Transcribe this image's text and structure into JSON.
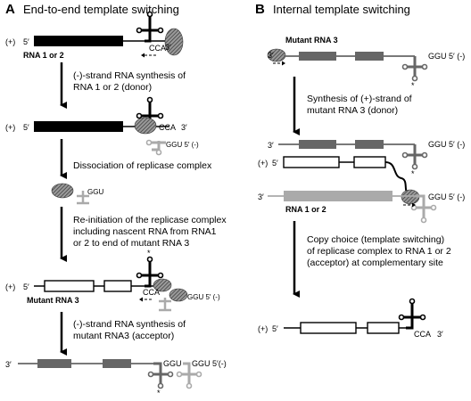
{
  "colors": {
    "black": "#000000",
    "dark_grey": "#666666",
    "light_grey": "#aaaaaa",
    "hatched_ellipse": "#555555"
  },
  "panel_a": {
    "letter": "A",
    "title": "End-to-end template switching",
    "strand_plus": "(+)",
    "five_prime": "5′",
    "three_prime": "3′",
    "cca": "CCA",
    "ggu": "GGU",
    "ggu_5_minus": "GGU 5′ (-)",
    "ggu_5_minus_tight": "GGU 5′(-)",
    "rna_1_or_2": "RNA 1 or 2",
    "mutant_rna_3": "Mutant RNA 3",
    "step1": [
      "(-)-strand RNA synthesis of",
      "RNA 1 or 2 (donor)"
    ],
    "step2": [
      "Dissociation of replicase complex"
    ],
    "step3": [
      "Re-initiation of the replicase complex",
      "including nascent RNA from RNA1",
      "or 2 to end of mutant RNA 3"
    ],
    "step4": [
      "(-)-strand RNA synthesis of",
      "mutant RNA3 (acceptor)"
    ],
    "star": "*"
  },
  "panel_b": {
    "letter": "B",
    "title": "Internal template switching",
    "mutant_rna_3": "Mutant RNA 3",
    "rna_1_or_2": "RNA 1 or 2",
    "ggu_5_minus": "GGU 5′ (-)",
    "strand_plus": "(+)",
    "five_prime": "5′",
    "three_prime": "3′",
    "cca": "CCA",
    "step1": [
      "Synthesis of (+)-strand of",
      "mutant RNA 3 (donor)"
    ],
    "step2": [
      "Copy choice (template switching)",
      "of replicase complex to RNA 1 or 2",
      "(acceptor) at complementary site"
    ],
    "star": "*"
  }
}
